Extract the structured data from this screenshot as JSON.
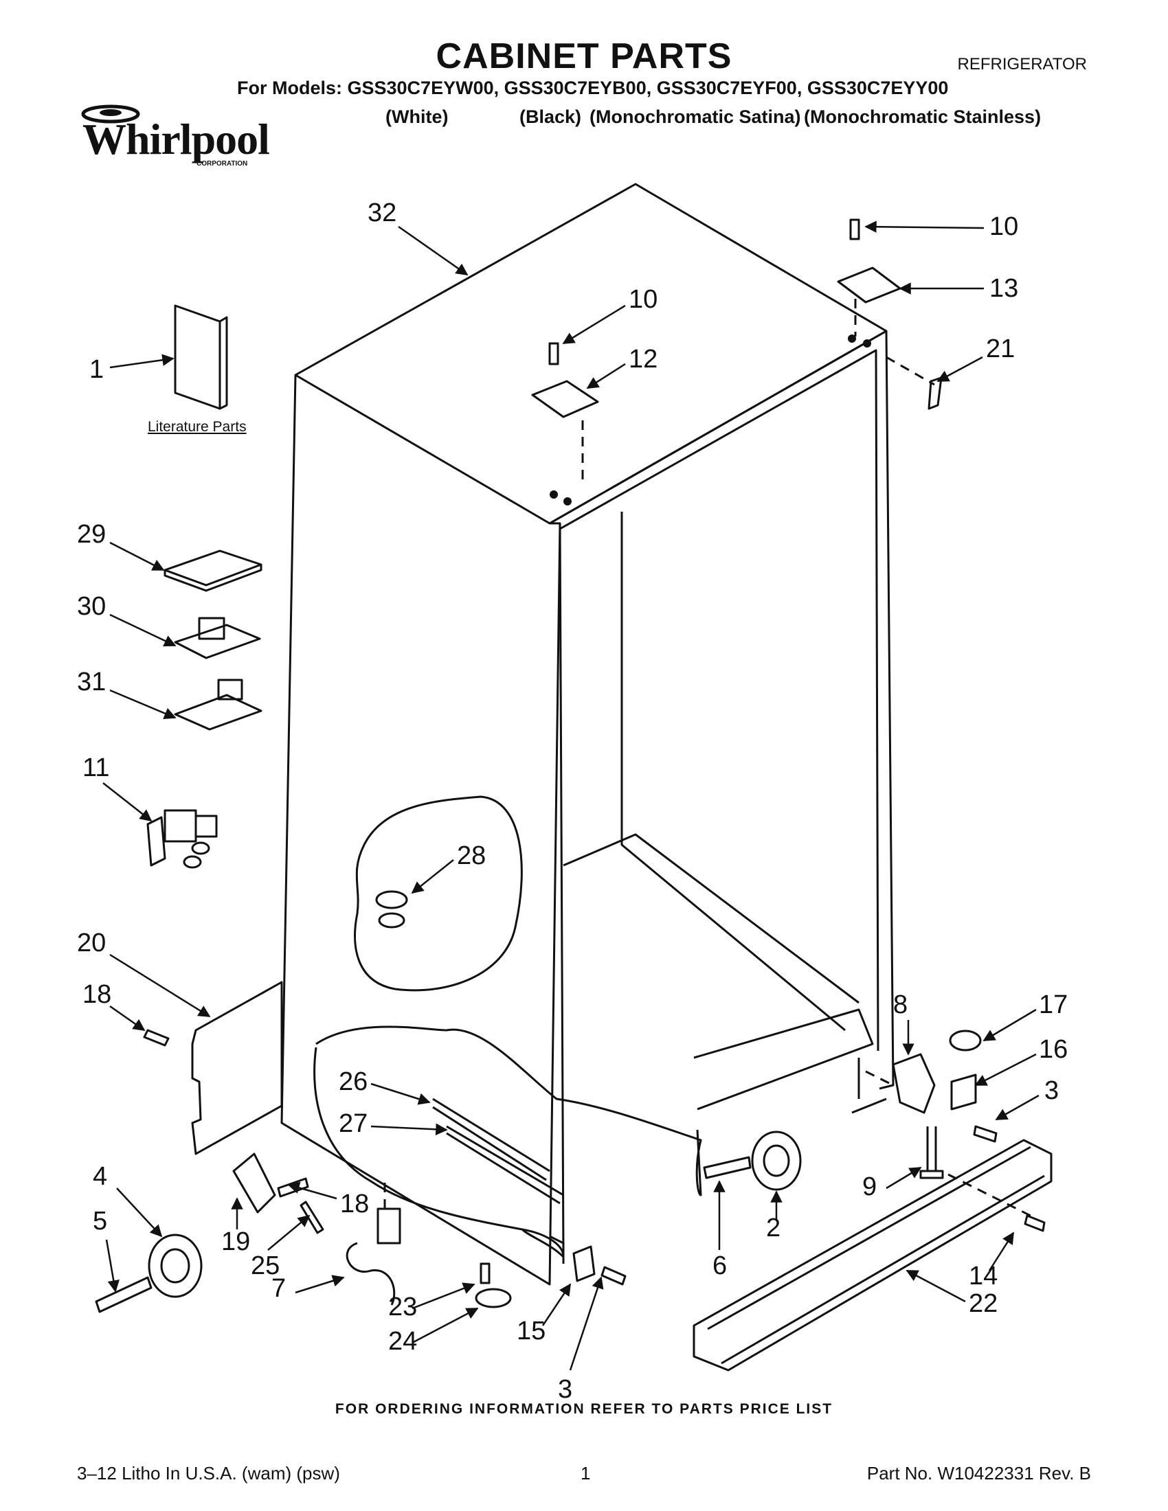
{
  "header": {
    "title": "CABINET PARTS",
    "appliance": "REFRIGERATOR",
    "models_line": "For Models: GSS30C7EYW00, GSS30C7EYB00, GSS30C7EYF00, GSS30C7EYY00",
    "variants": [
      "(White)",
      "(Black)",
      "(Monochromatic Satina)",
      "(Monochromatic Stainless)"
    ],
    "logo_text": "Whirlpool",
    "logo_subtext": "CORPORATION"
  },
  "literature_label": "Literature Parts",
  "callouts": [
    "32",
    "10",
    "13",
    "1",
    "21",
    "10",
    "12",
    "29",
    "30",
    "31",
    "11",
    "28",
    "20",
    "18",
    "8",
    "17",
    "16",
    "26",
    "3",
    "27",
    "4",
    "9",
    "2",
    "5",
    "18",
    "19",
    "25",
    "6",
    "7",
    "23",
    "14",
    "22",
    "24",
    "15",
    "3"
  ],
  "footer": {
    "ordering_note": "FOR ORDERING INFORMATION REFER TO PARTS PRICE LIST",
    "litho": "3–12 Litho In U.S.A. (wam) (psw)",
    "page": "1",
    "part_number": "Part No. W10422331 Rev. B"
  }
}
